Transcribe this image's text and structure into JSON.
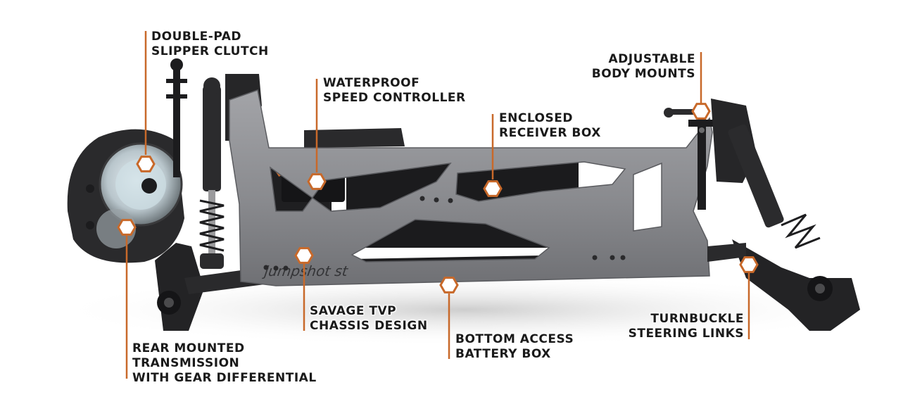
{
  "colors": {
    "accent": "#c8692a",
    "chassis_plate": "#8e8f93",
    "chassis_dark": "#1f1f21",
    "label_text": "#1a1a1a"
  },
  "chassis_logo": "jumpshot st",
  "callouts": [
    {
      "id": "slipper-clutch",
      "lines": [
        "DOUBLE-PAD",
        "SLIPPER CLUTCH"
      ]
    },
    {
      "id": "speed-controller",
      "lines": [
        "WATERPROOF",
        "SPEED CONTROLLER"
      ]
    },
    {
      "id": "receiver-box",
      "lines": [
        "ENCLOSED",
        "RECEIVER BOX"
      ]
    },
    {
      "id": "body-mounts",
      "lines": [
        "ADJUSTABLE",
        "BODY MOUNTS"
      ]
    },
    {
      "id": "chassis-design",
      "lines": [
        "SAVAGE TVP",
        "CHASSIS DESIGN"
      ]
    },
    {
      "id": "battery-box",
      "lines": [
        "BOTTOM ACCESS",
        "BATTERY BOX"
      ]
    },
    {
      "id": "steering-links",
      "lines": [
        "TURNBUCKLE",
        "STEERING LINKS"
      ]
    },
    {
      "id": "transmission",
      "lines": [
        "REAR MOUNTED",
        "TRANSMISSION",
        "WITH GEAR  DIFFERENTIAL"
      ]
    }
  ]
}
